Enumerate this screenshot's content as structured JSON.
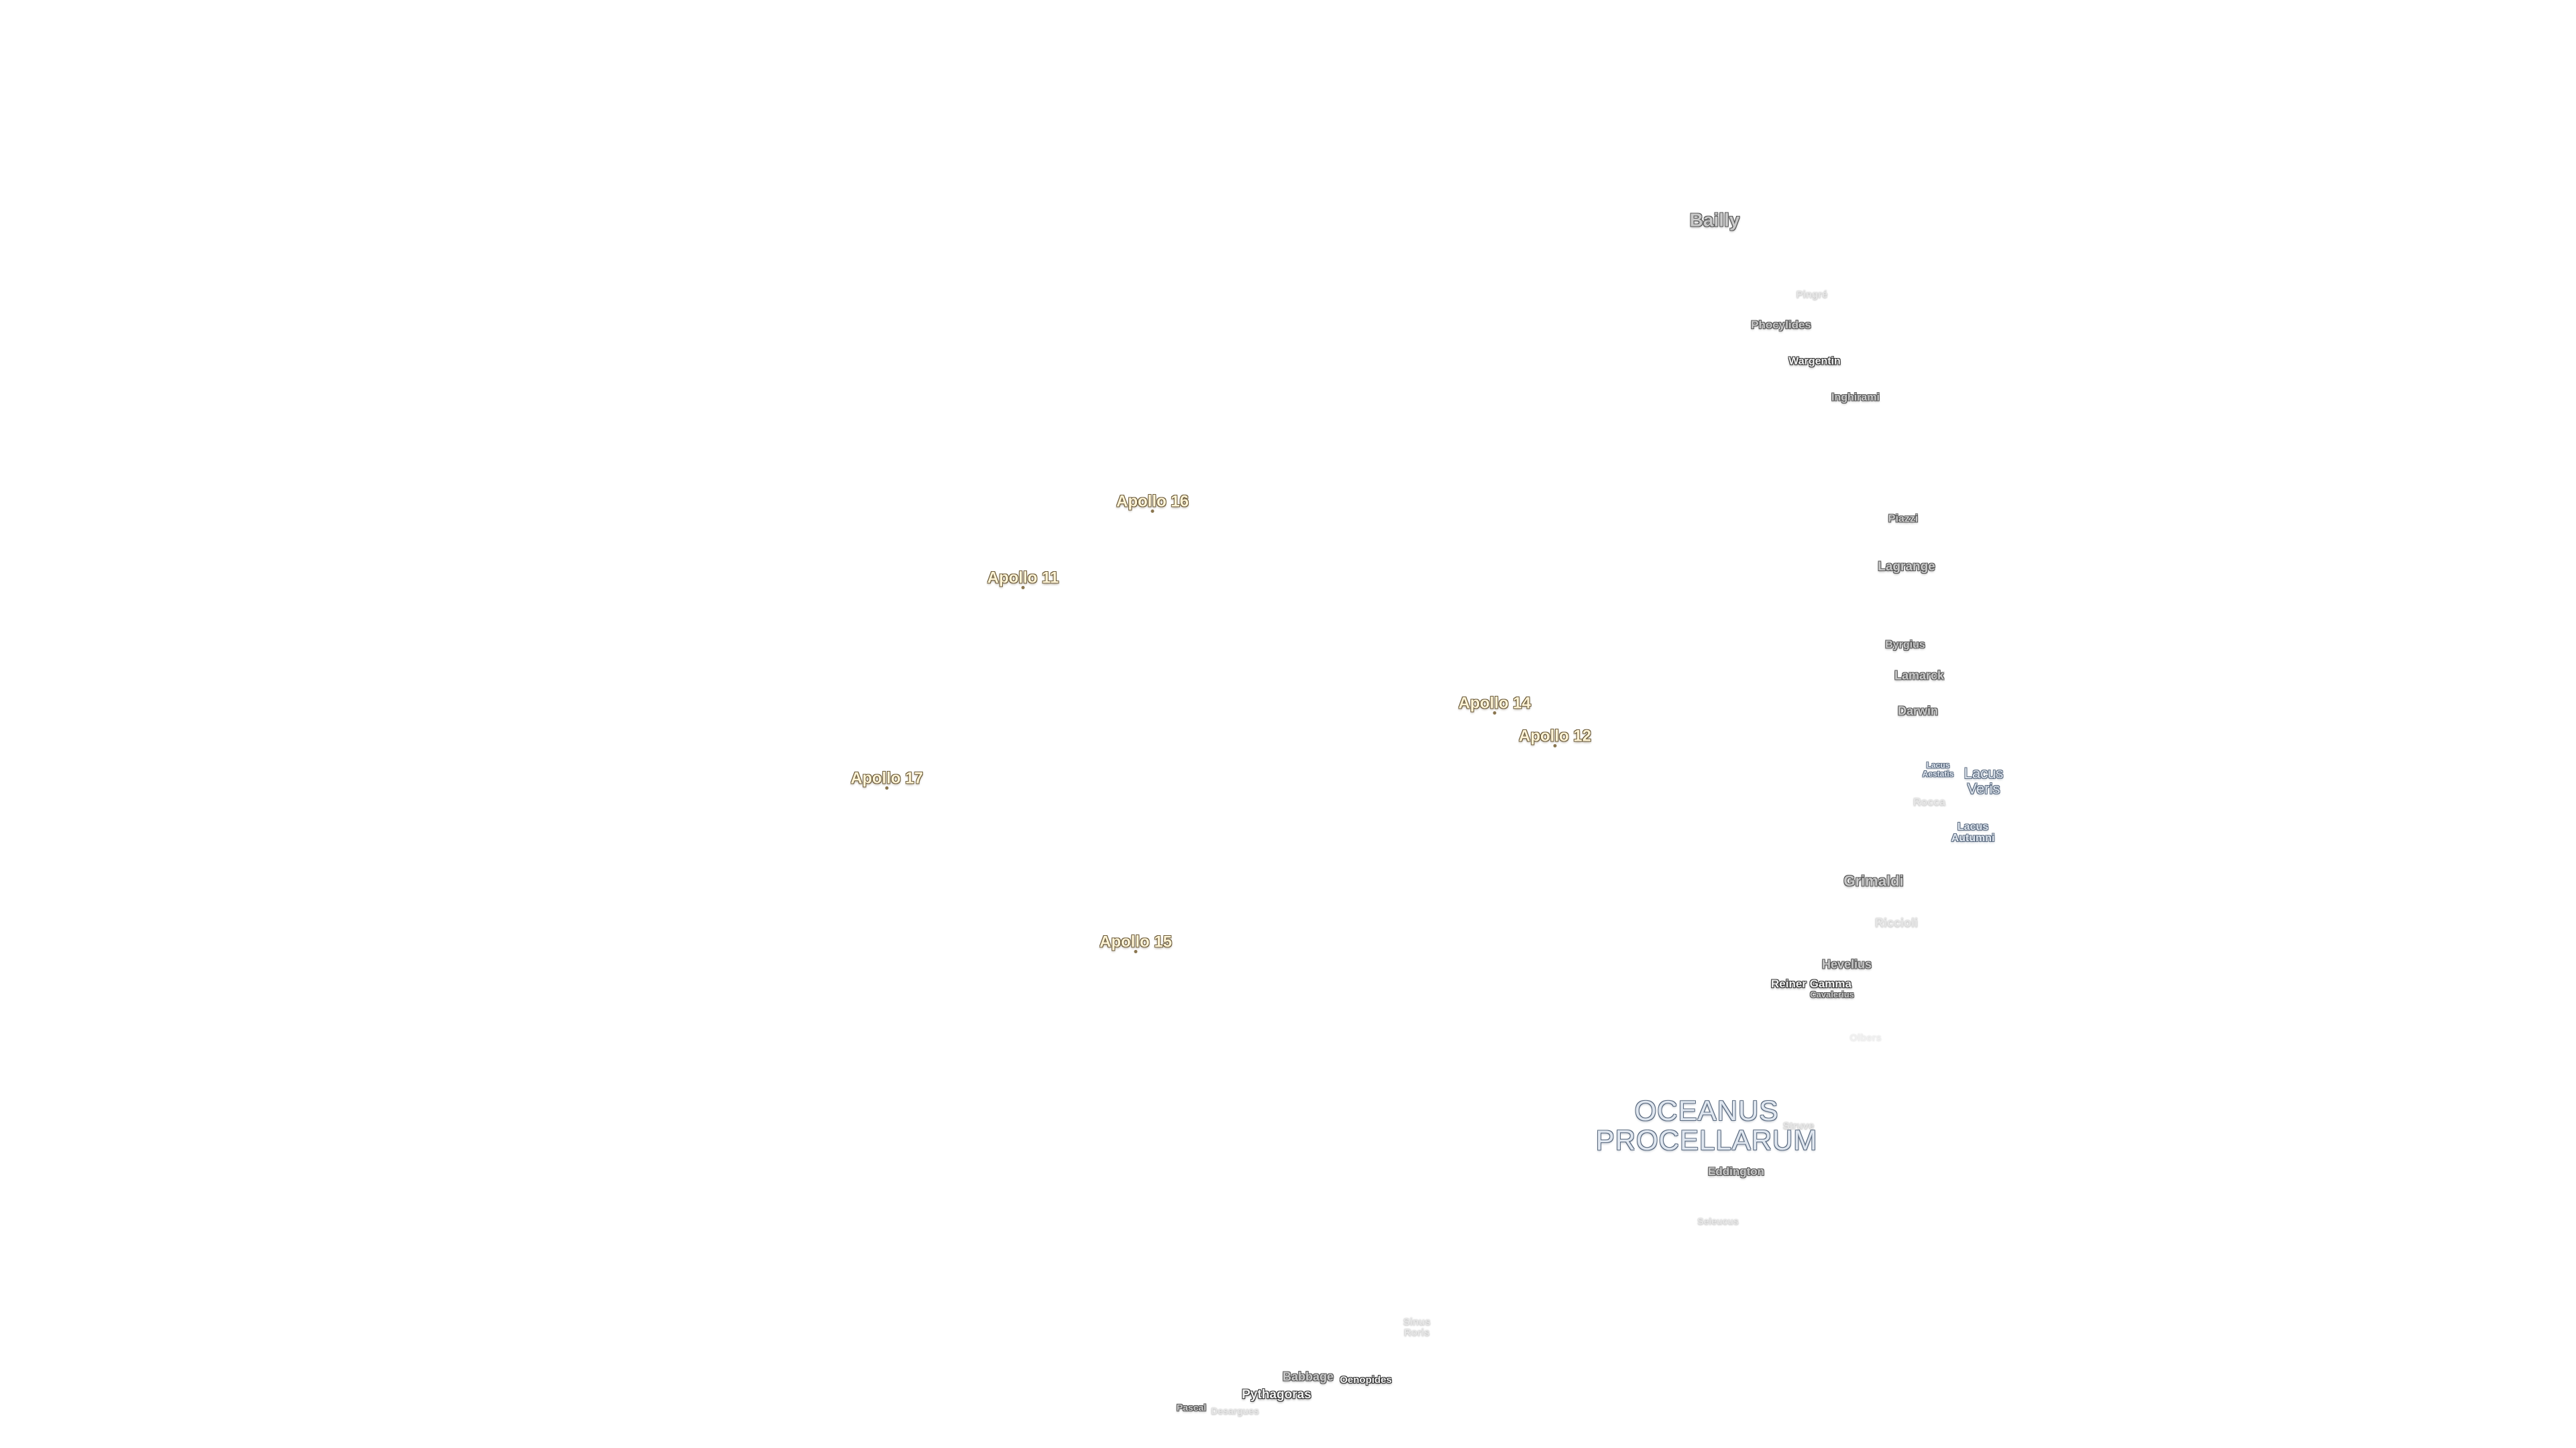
{
  "apollo_sites": [
    {
      "id": "a16",
      "label": "Apollo 16"
    },
    {
      "id": "a11",
      "label": "Apollo 11"
    },
    {
      "id": "a14",
      "label": "Apollo 14"
    },
    {
      "id": "a12",
      "label": "Apollo 12"
    },
    {
      "id": "a17",
      "label": "Apollo 17"
    },
    {
      "id": "a15",
      "label": "Apollo 15"
    }
  ],
  "craters": {
    "bailly": "Bailly",
    "pingre": "Pingré",
    "phocylides": "Phocylides",
    "wargentin": "Wargentin",
    "inghirami": "Inghirami",
    "piazzi": "Piazzi",
    "lagrange": "Lagrange",
    "byrgius": "Byrgius",
    "lamarck": "Lamarck",
    "darwin": "Darwin",
    "rocca": "Rocca",
    "grimaldi": "Grimaldi",
    "riccioli": "Riccioli",
    "hevelius": "Hevelius",
    "reiner_gamma": "Reiner Gamma",
    "cavalerius": "Cavalerius",
    "olbers": "Olbers",
    "struve": "Struve",
    "eddington": "Eddington",
    "seleucus": "Seleucus",
    "babbage": "Babbage",
    "oenopides": "Oenopides",
    "pythagoras": "Pythagoras",
    "pascal": "Pascal",
    "desargues": "Desargues"
  },
  "maria": {
    "lacus_aestatis": [
      "Lacus",
      "Aestatis"
    ],
    "lacus_veris": [
      "Lacus",
      "Veris"
    ],
    "lacus_autumni": [
      "Lacus",
      "Autumni"
    ],
    "sinus_roris": [
      "Sinus",
      "Roris"
    ],
    "oceanus_procellarum": [
      "OCEANUS",
      "PROCELLARUM"
    ]
  },
  "colors": {
    "background": "#ffffff",
    "crater_text": "#c9c9c9",
    "mare_text": "#dfe6ef",
    "mare_halo": "#5b6b80",
    "apollo_text": "#fff4d6",
    "apollo_halo": "#6b5b3a"
  }
}
